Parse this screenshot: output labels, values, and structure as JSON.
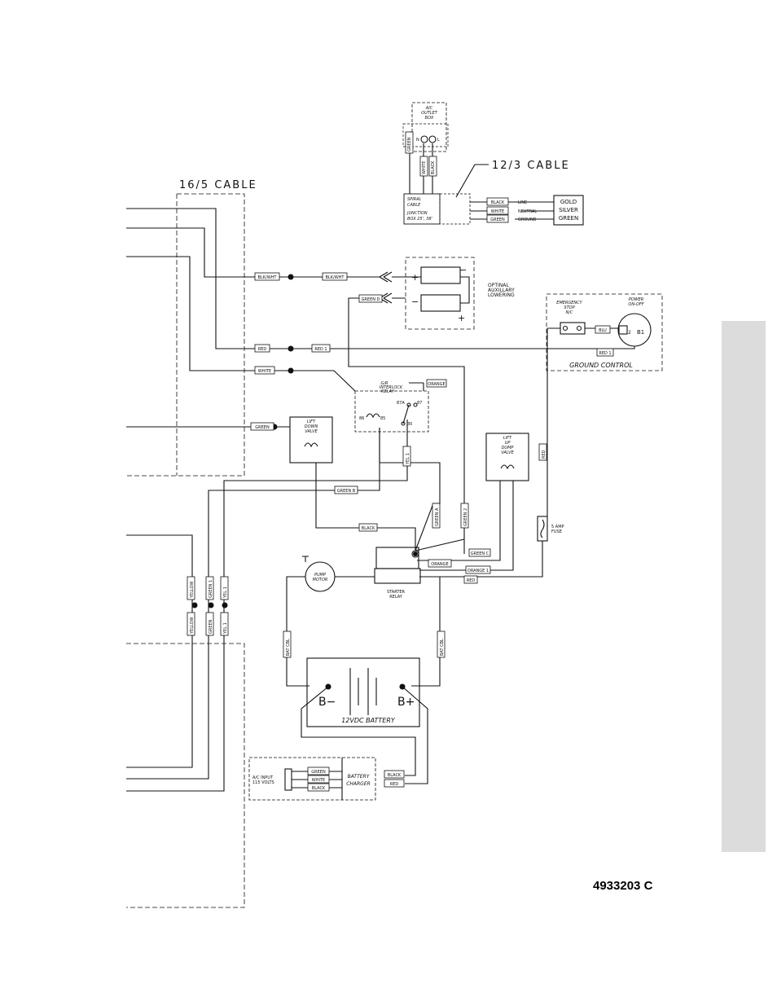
{
  "cables": {
    "c16": "16/5 CABLE",
    "c12": "12/3 CABLE"
  },
  "outlet": {
    "title1": "A/C",
    "title2": "OUTLET",
    "title3": "BOX",
    "n": "N",
    "l": "L"
  },
  "spiral": {
    "l1": "SPIRAL",
    "l2": "CABLE",
    "l3": "JUNCTION",
    "l4": "BOX 25', 38'"
  },
  "cable123": {
    "wires": [
      "BLACK",
      "WHITE",
      "GREEN"
    ],
    "fn": [
      "LINE",
      "NEUTRAL",
      "GROUND"
    ],
    "colors": [
      "GOLD",
      "SILVER",
      "GREEN"
    ],
    "green_vertical": "GREEN",
    "white_vertical": "WHITE",
    "black_vertical": "BLACK"
  },
  "aux": {
    "l1": "OPTINAL",
    "l2": "AUXILLARY",
    "l3": "LOWERING",
    "plus": "+",
    "minus": "−"
  },
  "ground_control": {
    "title": "GROUND CONTROL",
    "estop1": "EMERGENCY",
    "estop2": "STOP",
    "estop3": "N/C",
    "power1": "POWER",
    "power2": "ON-OFF",
    "b1": "B1",
    "b2": "2"
  },
  "wires": {
    "blk_wht": "BLK/WHT",
    "red": "RED",
    "red1": "RED 1",
    "white": "WHITE",
    "green": "GREEN",
    "grn_d": "GREEN D",
    "orange": "ORANGE",
    "blu": "BLU",
    "grn_b": "GREEN B",
    "black": "BLACK",
    "yel1": "YEL 1",
    "grn_a": "GREEN A",
    "grn2": "GREEN 2",
    "green_c": "GREEN C",
    "orange1": "ORANGE 1",
    "yellow": "YELLOW",
    "grn1": "GREEN 1",
    "bat_cbl": "BAT CBL",
    "red_v": "RED"
  },
  "relay": {
    "l1": "G/R",
    "l2": "INTERLOCK",
    "l3": "RELAY",
    "p87a": "87A",
    "p87": "87",
    "p86": "86",
    "p85": "85",
    "p30": "30"
  },
  "lift_down": {
    "l1": "LIFT",
    "l2": "DOWN",
    "l3": "VALVE"
  },
  "lift_up": {
    "l1": "LIFT",
    "l2": "UP",
    "l3": "DUMP",
    "l4": "VALVE"
  },
  "fuse": {
    "l1": "5 AMP",
    "l2": "FUSE"
  },
  "pump": {
    "l1": "PUMP",
    "l2": "MOTOR"
  },
  "starter": {
    "l1": "STARTER",
    "l2": "RELAY"
  },
  "battery": {
    "title": "12VDC BATTERY",
    "neg": "B−",
    "pos": "B+"
  },
  "charger": {
    "input1": "A/C INPUT",
    "input2": "115 VOLTS",
    "name1": "BATTERY",
    "name2": "CHARGER",
    "in_wires": [
      "GREEN",
      "WHITE",
      "BLACK"
    ],
    "out_wires": [
      "BLACK",
      "RED"
    ]
  },
  "doc_number": "4933203 C"
}
